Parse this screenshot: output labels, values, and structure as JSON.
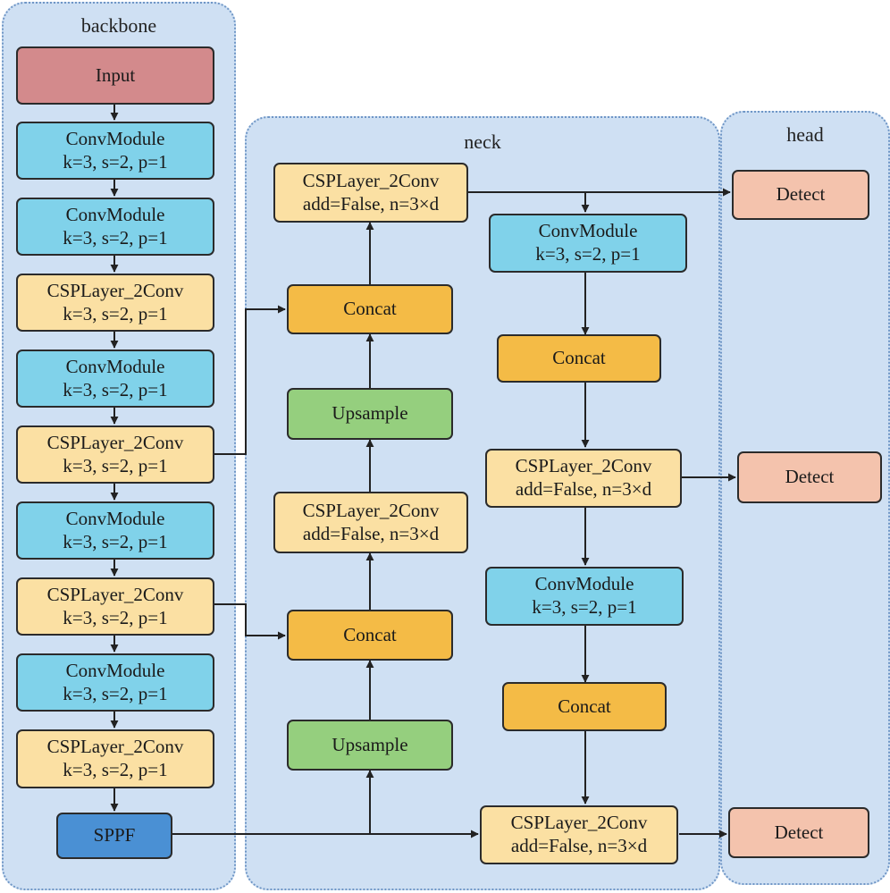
{
  "panels": {
    "backbone": "backbone",
    "neck": "neck",
    "head": "head"
  },
  "backbone": {
    "input": "Input",
    "conv1": {
      "title": "ConvModule",
      "params": "k=3, s=2, p=1"
    },
    "conv2": {
      "title": "ConvModule",
      "params": "k=3, s=2, p=1"
    },
    "csp1": {
      "title": "CSPLayer_2Conv",
      "params": "k=3, s=2, p=1"
    },
    "conv3": {
      "title": "ConvModule",
      "params": "k=3, s=2, p=1"
    },
    "csp2": {
      "title": "CSPLayer_2Conv",
      "params": "k=3, s=2, p=1"
    },
    "conv4": {
      "title": "ConvModule",
      "params": "k=3, s=2, p=1"
    },
    "csp3": {
      "title": "CSPLayer_2Conv",
      "params": "k=3, s=2, p=1"
    },
    "conv5": {
      "title": "ConvModule",
      "params": "k=3, s=2, p=1"
    },
    "csp4": {
      "title": "CSPLayer_2Conv",
      "params": "k=3, s=2, p=1"
    },
    "sppf": "SPPF"
  },
  "neck": {
    "csp_top": {
      "title": "CSPLayer_2Conv",
      "params": "add=False, n=3×d"
    },
    "concat_top": "Concat",
    "upsample_top": "Upsample",
    "csp_mid": {
      "title": "CSPLayer_2Conv",
      "params": "add=False, n=3×d"
    },
    "concat_mid": "Concat",
    "upsample_bot": "Upsample",
    "conv_r1": {
      "title": "ConvModule",
      "params": "k=3, s=2, p=1"
    },
    "concat_r1": "Concat",
    "csp_r1": {
      "title": "CSPLayer_2Conv",
      "params": "add=False, n=3×d"
    },
    "conv_r2": {
      "title": "ConvModule",
      "params": "k=3, s=2, p=1"
    },
    "concat_r2": "Concat",
    "csp_r2": {
      "title": "CSPLayer_2Conv",
      "params": "add=False, n=3×d"
    }
  },
  "head": {
    "detect1": "Detect",
    "detect2": "Detect",
    "detect3": "Detect"
  }
}
